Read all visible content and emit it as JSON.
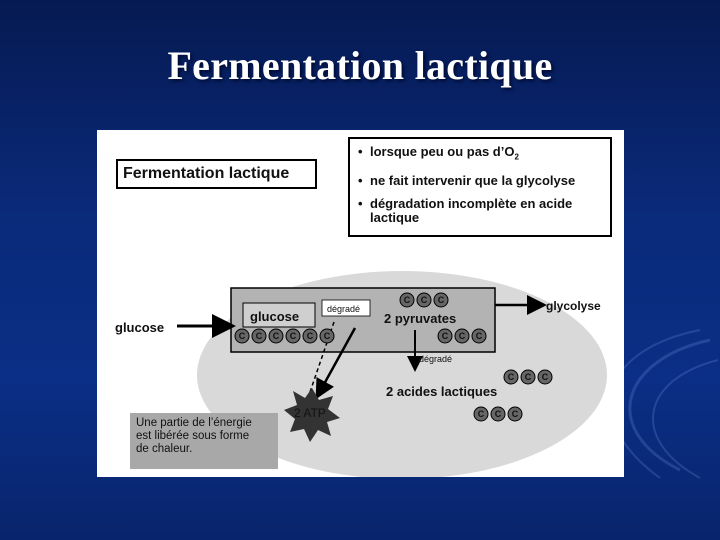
{
  "slide": {
    "title": "Fermentation lactique"
  },
  "figure": {
    "title_box": "Fermentation lactique",
    "bullets": [
      {
        "text": "lorsque peu ou pas d’O",
        "sub": "2"
      },
      {
        "text": "ne fait intervenir que la glycolyse",
        "sub": ""
      },
      {
        "text": "dégradation incomplète en acide lactique",
        "sub": ""
      }
    ],
    "labels": {
      "glucose_outer": "glucose",
      "glucose_inner": "glucose",
      "degrade_1": "dégradé",
      "pyruvates": "2 pyruvates",
      "glycolyse": "glycolyse",
      "degrade_2": "dégradé",
      "acides": "2 acides lactiques",
      "atp": "2 ATP",
      "carbon": "C"
    },
    "note": [
      "Une partie de l’énergie",
      "est libérée sous forme",
      "de chaleur."
    ]
  }
}
